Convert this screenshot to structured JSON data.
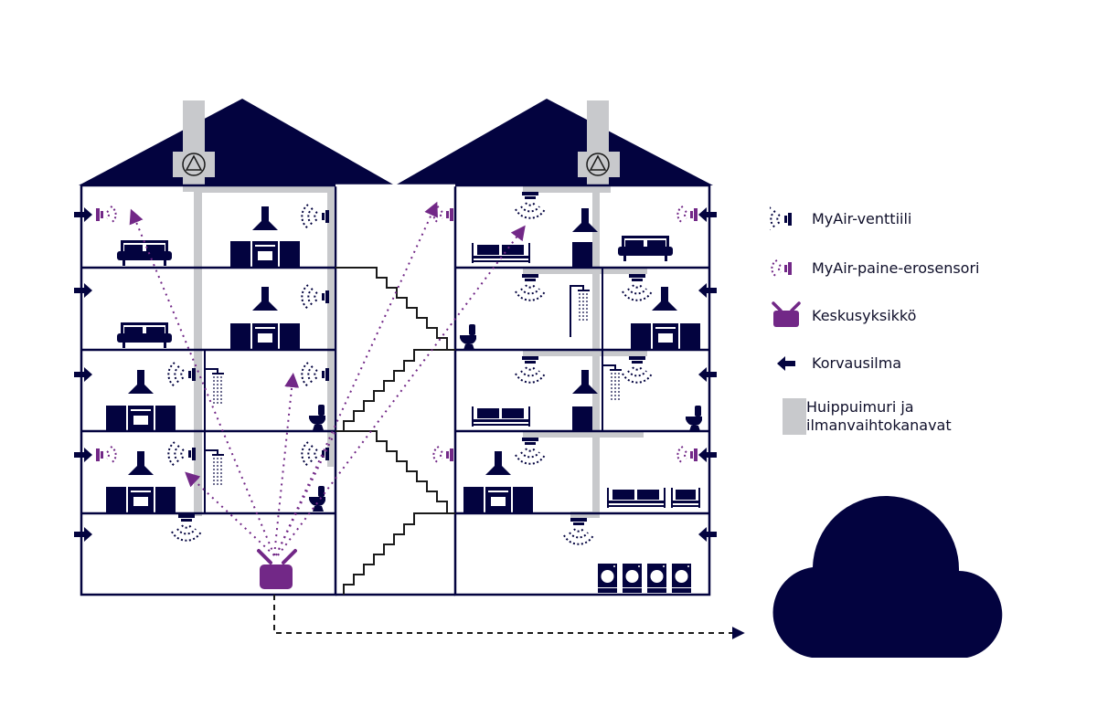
{
  "diagram": {
    "title": "",
    "colors": {
      "navy": "#03033f",
      "purple": "#722887",
      "duct_gray": "#c8c9cc",
      "stair_black": "#1a1a1a",
      "background": "#ffffff"
    },
    "buildings": [
      {
        "name": "left-building",
        "floors": 5,
        "has_central_unit": true
      },
      {
        "name": "right-building",
        "floors": 5,
        "has_central_unit": false
      }
    ],
    "staircase": {
      "name": "stairwell",
      "flights": 4
    },
    "connection": {
      "from": "Keskusyksikkö",
      "to": "cloud",
      "style": "dashed-arrow"
    },
    "cloud": {
      "name": "cloud",
      "icon": "cloud-icon"
    }
  },
  "legend": {
    "items": [
      {
        "icon": "myair-valve-icon",
        "label": "MyAir-venttiili"
      },
      {
        "icon": "pressure-sensor-icon",
        "label": "MyAir-paine-erosensori"
      },
      {
        "icon": "central-unit-icon",
        "label": "Keskusyksikkö"
      },
      {
        "icon": "replacement-air-arrow-icon",
        "label": "Korvausilma"
      },
      {
        "icon": "duct-swatch-icon",
        "label": "Huippuimuri ja\nilmanvaihtokanavat"
      }
    ]
  }
}
